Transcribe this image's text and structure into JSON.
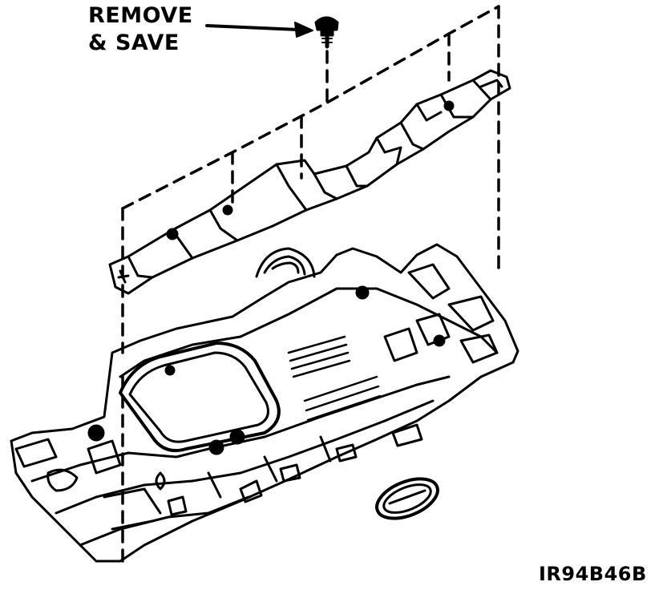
{
  "callout": {
    "line1": "REMOVE",
    "line2": "& SAVE"
  },
  "figure_id": "IR94B46B",
  "colors": {
    "ink": "#000000",
    "paper": "#ffffff"
  },
  "icons": {
    "fastener": "screw-icon",
    "emblem": "oval-emblem-icon"
  }
}
